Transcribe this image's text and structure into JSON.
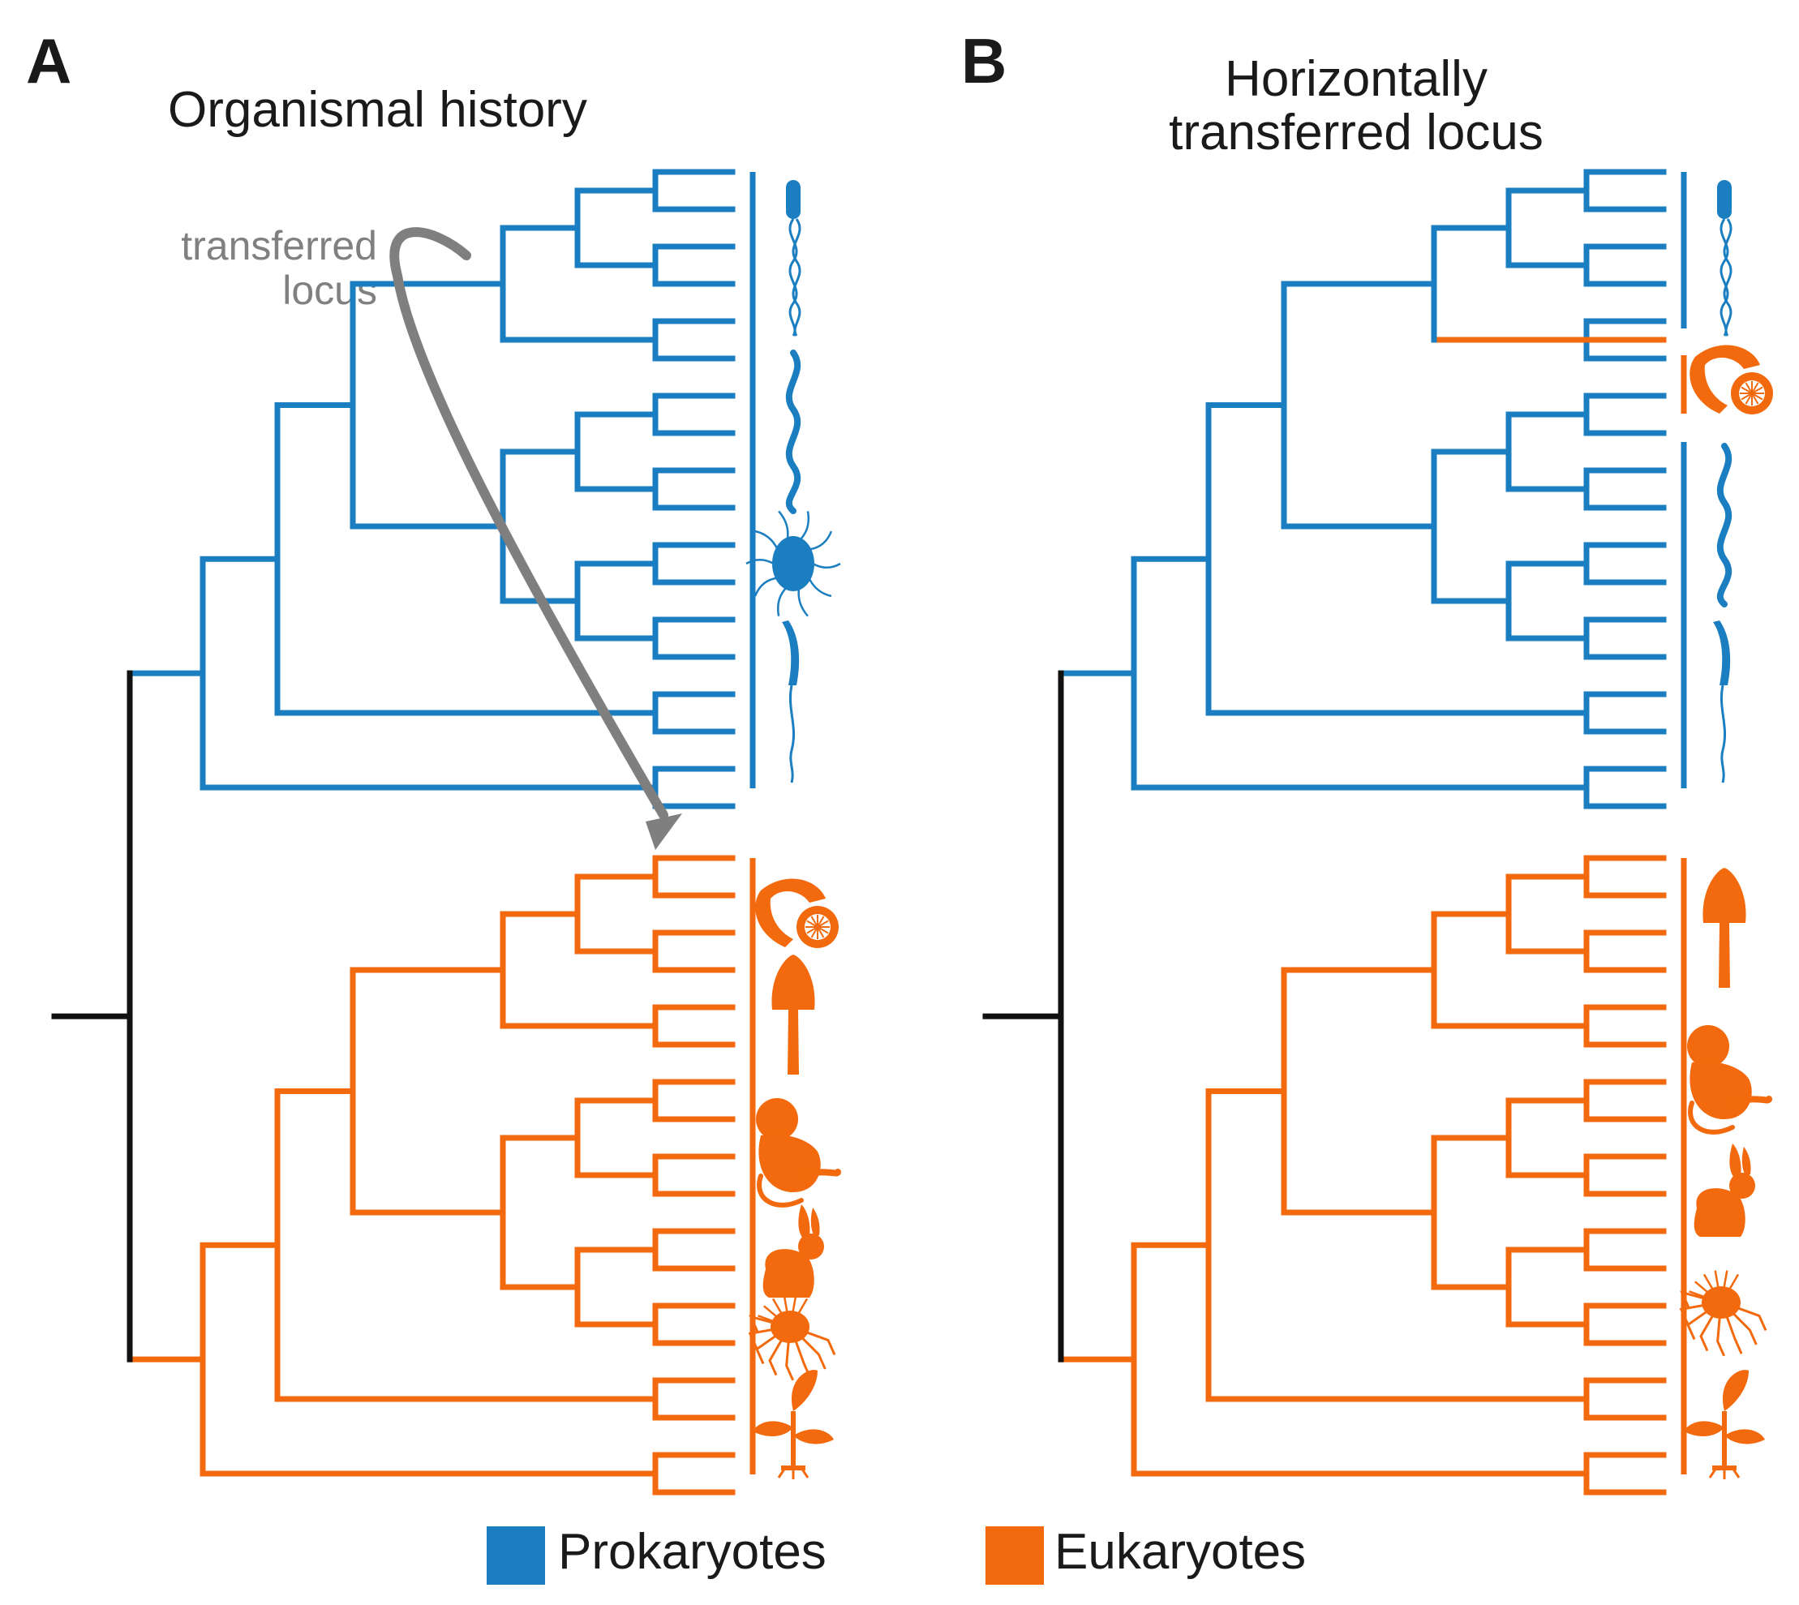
{
  "colors": {
    "prokaryote": "#1b7ec0",
    "eukaryote": "#f26a0d",
    "root": "#111111",
    "arrow": "#7f7f7f"
  },
  "panel_a": {
    "letter": "A",
    "title": "Organismal history",
    "arrow_label_line1": "transferred",
    "arrow_label_line2": "locus"
  },
  "panel_b": {
    "letter": "B",
    "title_line1": "Horizontally",
    "title_line2": "transferred locus"
  },
  "legend": {
    "prokaryotes_label": "Prokaryotes",
    "eukaryotes_label": "Eukaryotes"
  },
  "icons": {
    "prokaryote_taxa": [
      "flagellated-bacterium-icon",
      "spirochete-icon",
      "coccus-cluster-icon",
      "vibrio-icon"
    ],
    "eukaryote_taxa": [
      "ciliate-icon",
      "mushroom-icon",
      "monkey-icon",
      "rabbit-icon",
      "mite-icon",
      "plant-icon"
    ]
  }
}
